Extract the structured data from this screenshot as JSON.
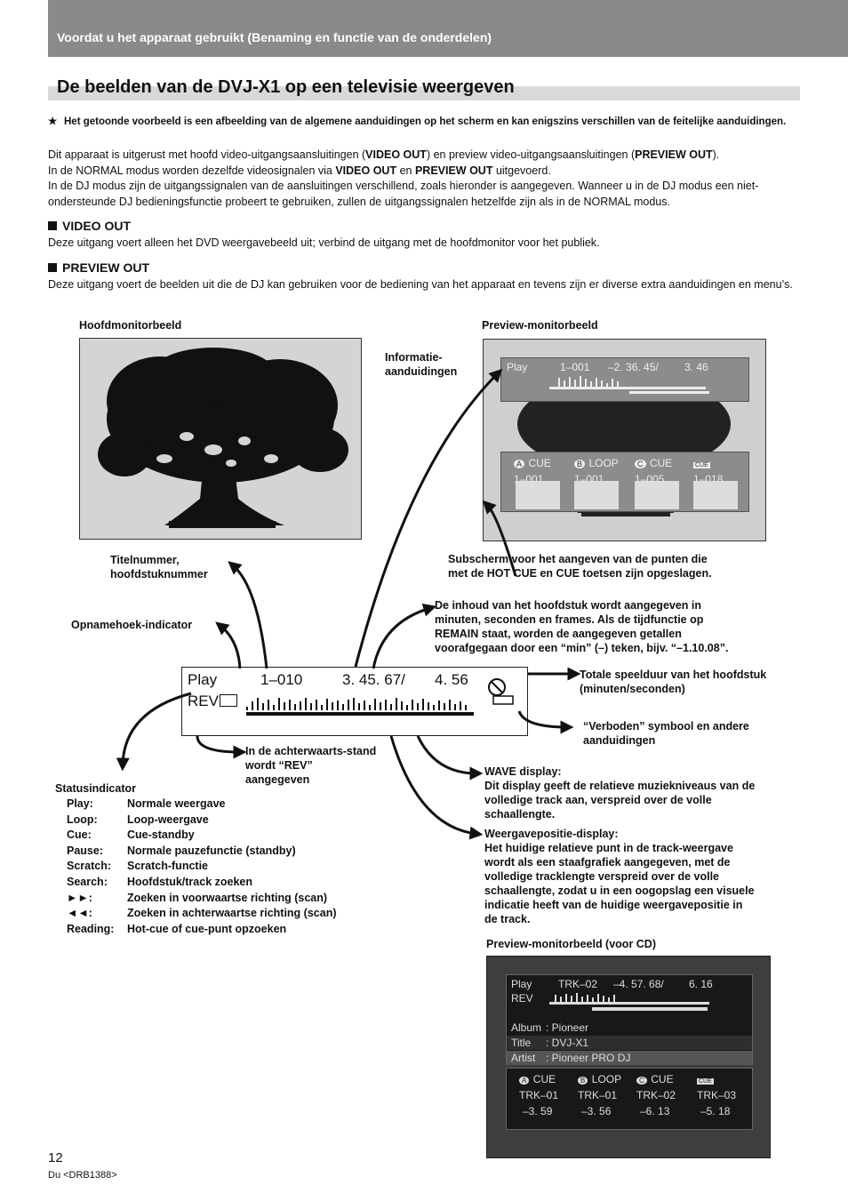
{
  "header": {
    "section_title": "Voordat u het apparaat gebruikt (Benaming en functie van de onderdelen)"
  },
  "page_title": "De beelden van de DVJ-X1 op een televisie weergeven",
  "note": {
    "star": "★",
    "text": "Het getoonde voorbeeld is een afbeelding van de algemene aanduidingen op het scherm en kan enigszins verschillen van de feitelijke aanduidingen."
  },
  "intro": {
    "line1_a": "Dit apparaat is uitgerust met hoofd video-uitgangsaansluitingen (",
    "video_out": "VIDEO OUT",
    "line1_b": ") en preview video-uitgangsaansluitingen (",
    "preview_out": "PREVIEW OUT",
    "line1_c": ").",
    "line2_a": "In de NORMAL modus worden dezelfde videosignalen via ",
    "line2_b": " en ",
    "line2_c": " uitgevoerd.",
    "line3": "In de DJ modus zijn de uitgangssignalen van de aansluitingen verschillend, zoals hieronder is aangegeven. Wanneer u in de DJ modus een niet-ondersteunde DJ bedieningsfunctie probeert te gebruiken, zullen de uitgangssignalen hetzelfde zijn als in de NORMAL modus."
  },
  "sections": {
    "video_out": {
      "heading": "VIDEO OUT",
      "text": "Deze uitgang voert alleen het DVD weergavebeeld uit; verbind de uitgang met de hoofdmonitor voor het publiek."
    },
    "preview_out": {
      "heading": "PREVIEW OUT",
      "text": "Deze uitgang voert de beelden uit die de DJ kan gebruiken voor de bediening van het apparaat en tevens zijn er diverse extra aanduidingen en menu’s."
    }
  },
  "labels": {
    "hoofdmonitor": "Hoofdmonitorbeeld",
    "preview": "Preview-monitorbeeld",
    "informatie_1": "Informatie-",
    "informatie_2": "aanduidingen",
    "titelnummer_1": "Titelnummer,",
    "titelnummer_2": "hoofdstuknummer",
    "opnamehoek": "Opnamehoek-indicator",
    "subscherm_1": "Subscherm voor het aangeven van de punten die",
    "subscherm_2": "met de HOT CUE en CUE toetsen zijn opgeslagen.",
    "inhoud_1": "De inhoud van het hoofdstuk wordt aangegeven in",
    "inhoud_2": "minuten, seconden en frames. Als de tijdfunctie op",
    "inhoud_3": "REMAIN staat, worden de aangegeven getallen",
    "inhoud_4": "voorafgegaan door een “min” (–) teken, bijv. “–1.10.08”.",
    "totale_1": "Totale speelduur van het hoofdstuk",
    "totale_2": "(minuten/seconden)",
    "verboden_1": "“Verboden” symbool en andere",
    "verboden_2": "aanduidingen",
    "rev_1": "In de achterwaarts-stand",
    "rev_2": "wordt “REV”",
    "rev_3": "aangegeven",
    "wave_1": "WAVE display:",
    "wave_2": "Dit display geeft de relatieve muziekniveaus van de",
    "wave_3": "volledige track aan, verspreid over de volle",
    "wave_4": "schaallengte.",
    "pos_1": "Weergavepositie-display:",
    "pos_2": "Het huidige relatieve punt in de track-weergave",
    "pos_3": "wordt als een staafgrafiek aangegeven, met de",
    "pos_4": "volledige tracklengte verspreid over de volle",
    "pos_5": "schaallengte, zodat u in een oogopslag een visuele",
    "pos_6": "indicatie heeft van de huidige weergavepositie in",
    "pos_7": "de track.",
    "status": "Statusindicator",
    "cd_preview": "Preview-monitorbeeld (voor CD)"
  },
  "status_table": [
    {
      "k": "Play:",
      "v": "Normale weergave"
    },
    {
      "k": "Loop:",
      "v": "Loop-weergave"
    },
    {
      "k": "Cue:",
      "v": "Cue-standby"
    },
    {
      "k": "Pause:",
      "v": "Normale pauzefunctie (standby)"
    },
    {
      "k": "Scratch:",
      "v": "Scratch-functie"
    },
    {
      "k": "Search:",
      "v": "Hoofdstuk/track zoeken"
    },
    {
      "k": "►►:",
      "v": "Zoeken in voorwaartse richting (scan)"
    },
    {
      "k": "◄◄:",
      "v": "Zoeken in achterwaartse richting (scan)"
    },
    {
      "k": "Reading:",
      "v": "Hot-cue of cue-punt opzoeken"
    }
  ],
  "preview_screen": {
    "play": "Play",
    "track": "1–001",
    "time": "–2. 36. 45/",
    "total": "3. 46",
    "cues": [
      {
        "badge": "A",
        "type": "CUE",
        "num": "1–001"
      },
      {
        "badge": "B",
        "type": "LOOP",
        "num": "1–001"
      },
      {
        "badge": "C",
        "type": "CUE",
        "num": "1–005"
      },
      {
        "badge": "CUE",
        "type": "",
        "num": "1–018"
      }
    ]
  },
  "status_display": {
    "play": "Play",
    "rev": "REV",
    "track": "1–010",
    "time": "3. 45. 67/",
    "total": "4. 56"
  },
  "cd_screen": {
    "play": "Play",
    "rev": "REV",
    "track": "TRK–02",
    "time": "–4. 57. 68/",
    "total": "6. 16",
    "album_k": "Album",
    "album_v": ": Pioneer",
    "title_k": "Title",
    "title_v": ": DVJ-X1",
    "artist_k": "Artist",
    "artist_v": ": Pioneer PRO DJ",
    "cues": [
      {
        "badge": "A",
        "type": "CUE",
        "trk": "TRK–01",
        "time": "–3. 59"
      },
      {
        "badge": "B",
        "type": "LOOP",
        "trk": "TRK–01",
        "time": "–3. 56"
      },
      {
        "badge": "C",
        "type": "CUE",
        "trk": "TRK–02",
        "time": "–6. 13"
      },
      {
        "badge": "CUE",
        "type": "",
        "trk": "TRK–03",
        "time": "–5. 18"
      }
    ]
  },
  "footer": {
    "page_number": "12",
    "code": "Du <DRB1388>"
  }
}
